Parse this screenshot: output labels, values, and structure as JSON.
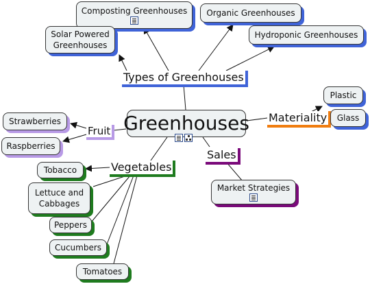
{
  "root": {
    "label": "Greenhouses"
  },
  "links": {
    "types": "Types of Greenhouses",
    "fruit": "Fruit",
    "vegetables": "Vegetables",
    "materiality": "Materiality",
    "sales": "Sales"
  },
  "nodes": {
    "composting": "Composting Greenhouses",
    "organic": "Organic Greenhouses",
    "solar_line1": "Solar Powered",
    "solar_line2": "Greenhouses",
    "hydroponic": "Hydroponic Greenhouses",
    "plastic": "Plastic",
    "glass": "Glass",
    "strawberries": "Strawberries",
    "raspberries": "Raspberries",
    "tobacco": "Tobacco",
    "lettuce_line1": "Lettuce and",
    "lettuce_line2": "Cabbages",
    "peppers": "Peppers",
    "cucumbers": "Cucumbers",
    "tomatoes": "Tomatoes",
    "market": "Market Strategies"
  },
  "icons": {
    "composting": "document-icon",
    "root": [
      "document-icon",
      "submap-icon"
    ],
    "market": "document-icon"
  },
  "colors": {
    "types": "#3f63d8",
    "vegetables": "#1e7b1e",
    "sales": "#7a0a7a",
    "fruit": "#b89ae6",
    "materiality": "#f07d10",
    "node_fill": "#eef2f3"
  }
}
